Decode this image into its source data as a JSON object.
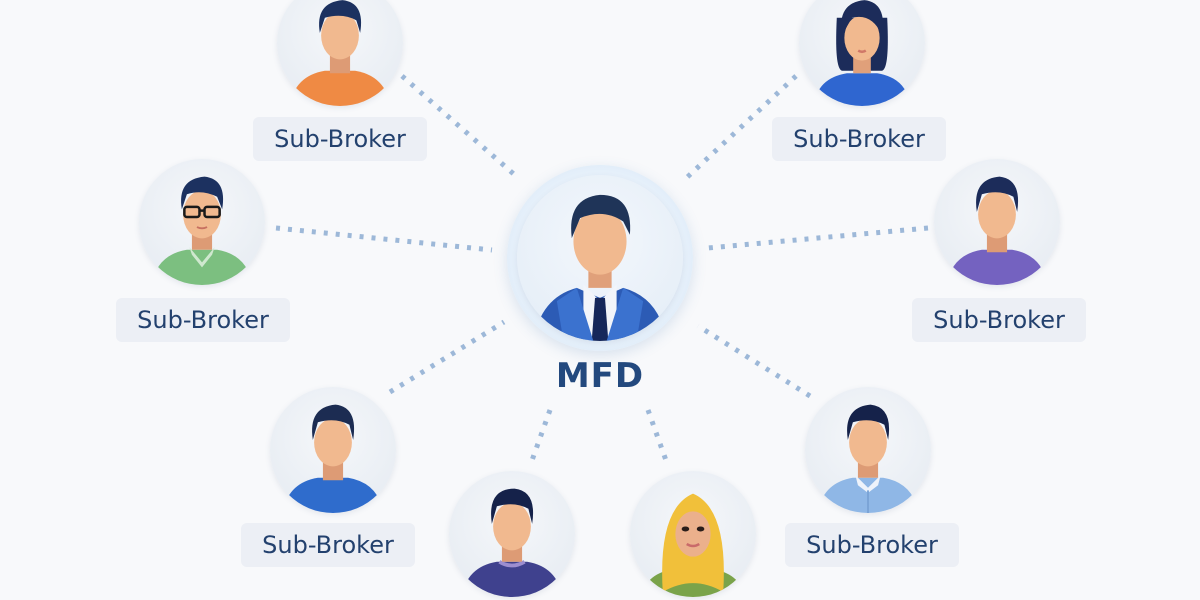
{
  "diagram": {
    "center": {
      "label": "MFD",
      "avatar": "businessman-avatar"
    },
    "connector_color": "#9db8d8",
    "nodes": [
      {
        "id": "top-left",
        "label": "Sub-Broker",
        "avatar": "man-orange-shirt"
      },
      {
        "id": "top-right",
        "label": "Sub-Broker",
        "avatar": "woman-blue-shirt"
      },
      {
        "id": "mid-left",
        "label": "Sub-Broker",
        "avatar": "man-glasses-green-shirt"
      },
      {
        "id": "mid-right",
        "label": "Sub-Broker",
        "avatar": "man-purple-shirt"
      },
      {
        "id": "bottom-left",
        "label": "Sub-Broker",
        "avatar": "man-blue-shirt"
      },
      {
        "id": "bottom-center-left",
        "label": "",
        "avatar": "man-indigo-shirt"
      },
      {
        "id": "bottom-center-right",
        "label": "",
        "avatar": "woman-hijab"
      },
      {
        "id": "bottom-right",
        "label": "Sub-Broker",
        "avatar": "man-light-blue-collared-shirt"
      }
    ]
  }
}
